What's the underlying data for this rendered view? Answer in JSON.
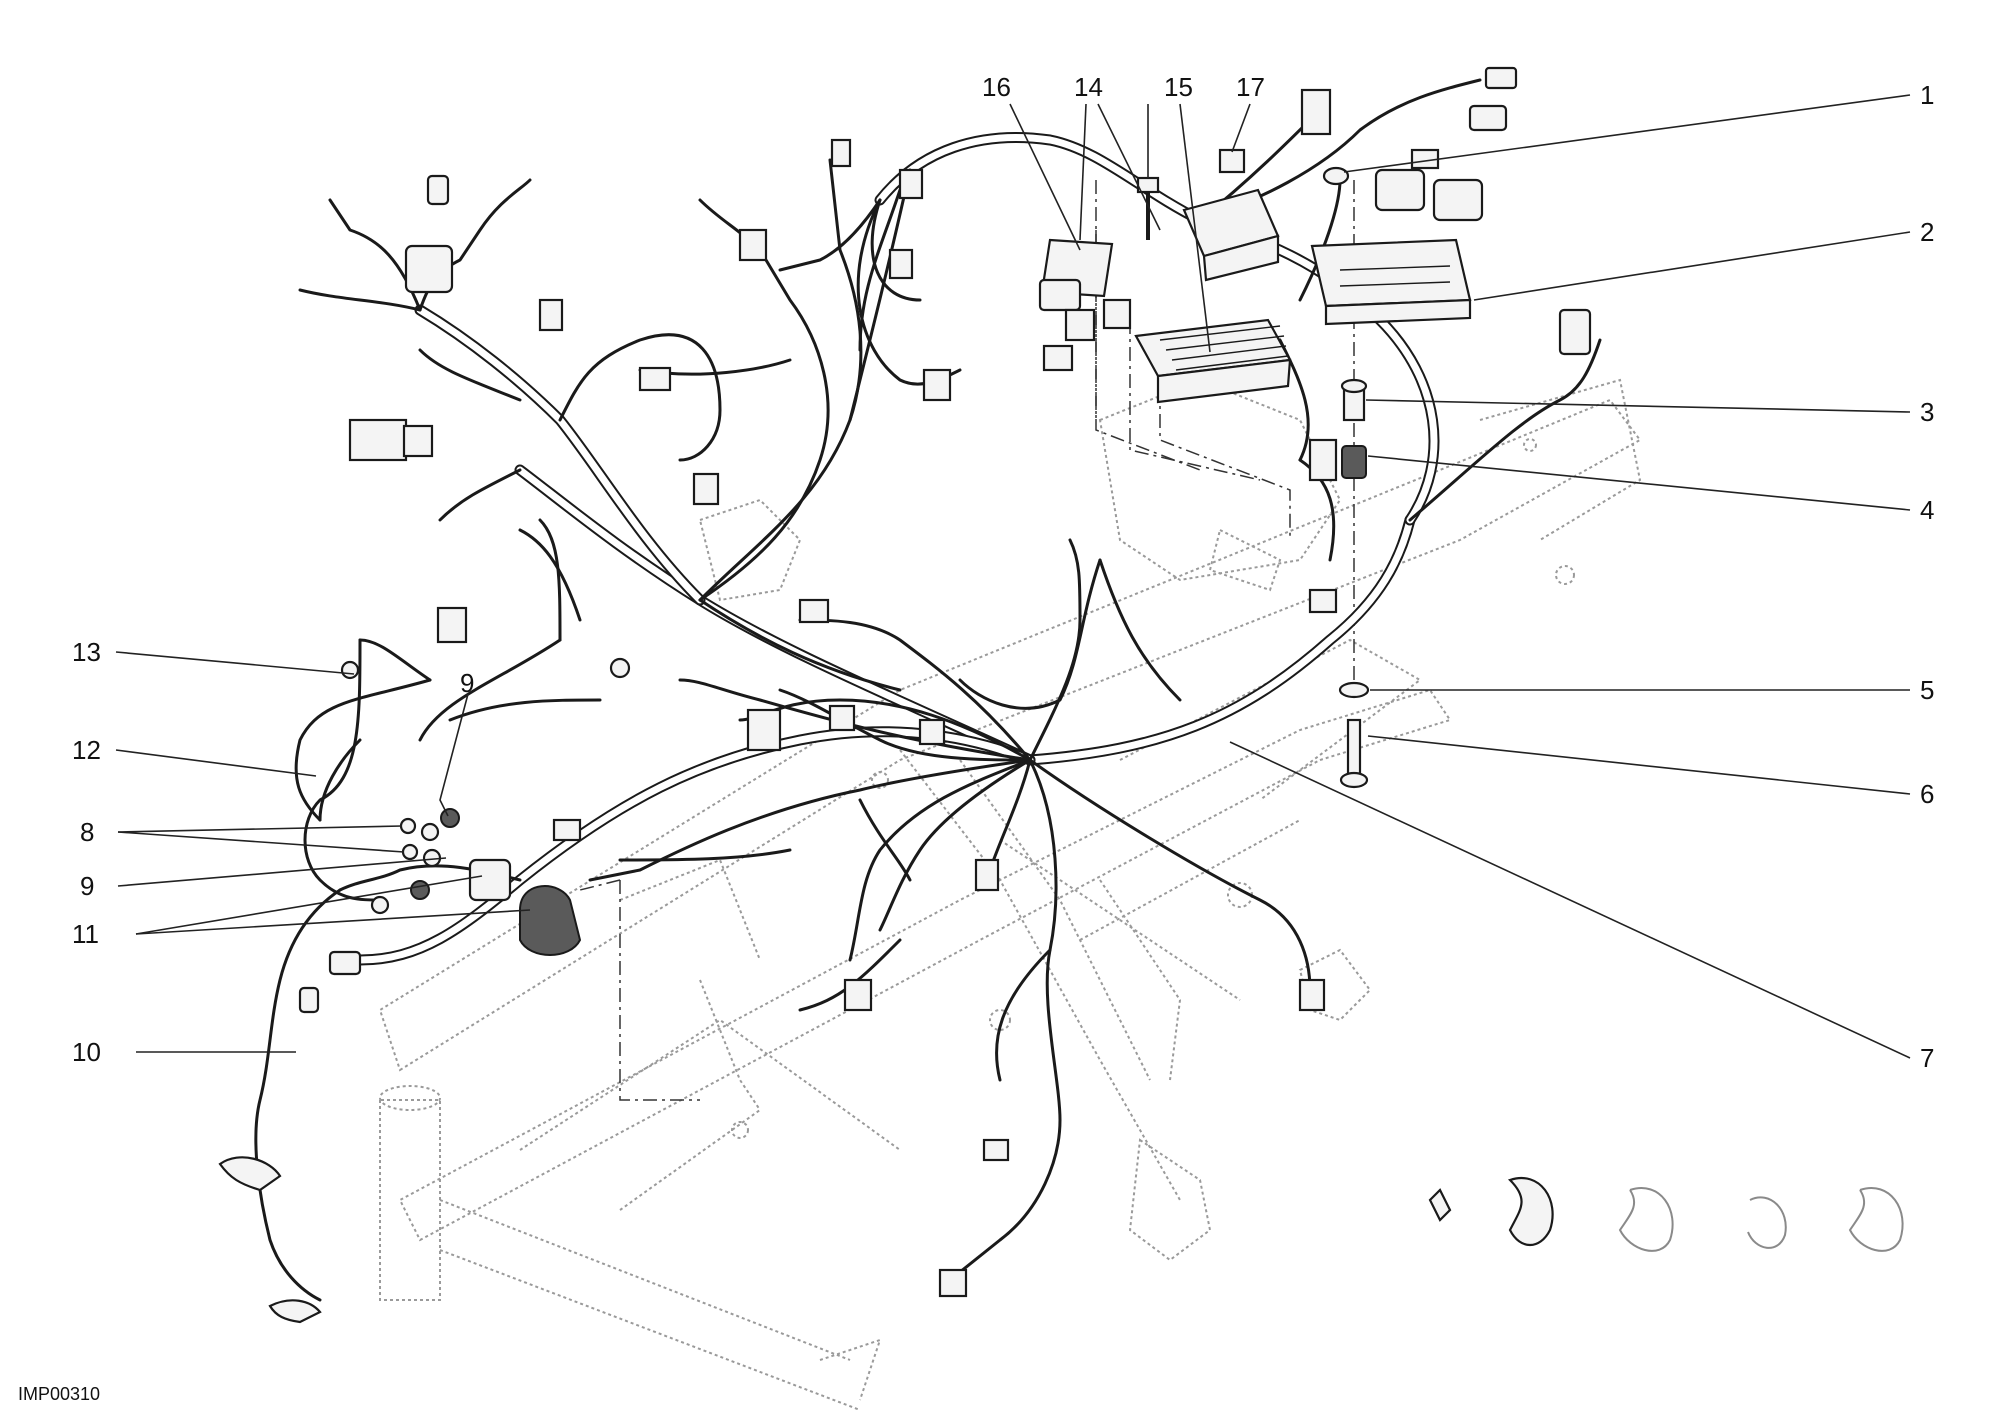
{
  "callouts": [
    {
      "id": "c1",
      "label": "1"
    },
    {
      "id": "c2",
      "label": "2"
    },
    {
      "id": "c3",
      "label": "3"
    },
    {
      "id": "c4",
      "label": "4"
    },
    {
      "id": "c5",
      "label": "5"
    },
    {
      "id": "c6",
      "label": "6"
    },
    {
      "id": "c7",
      "label": "7"
    },
    {
      "id": "c8",
      "label": "8"
    },
    {
      "id": "c9a",
      "label": "9"
    },
    {
      "id": "c9b",
      "label": "9"
    },
    {
      "id": "c10",
      "label": "10"
    },
    {
      "id": "c11",
      "label": "11"
    },
    {
      "id": "c12",
      "label": "12"
    },
    {
      "id": "c13",
      "label": "13"
    },
    {
      "id": "c14",
      "label": "14"
    },
    {
      "id": "c15",
      "label": "15"
    },
    {
      "id": "c16",
      "label": "16"
    },
    {
      "id": "c17",
      "label": "17"
    }
  ],
  "reference_code": "IMP00310",
  "colors": {
    "line": "#1a1a1a",
    "frame": "#9a9a9a",
    "background": "#ffffff"
  }
}
